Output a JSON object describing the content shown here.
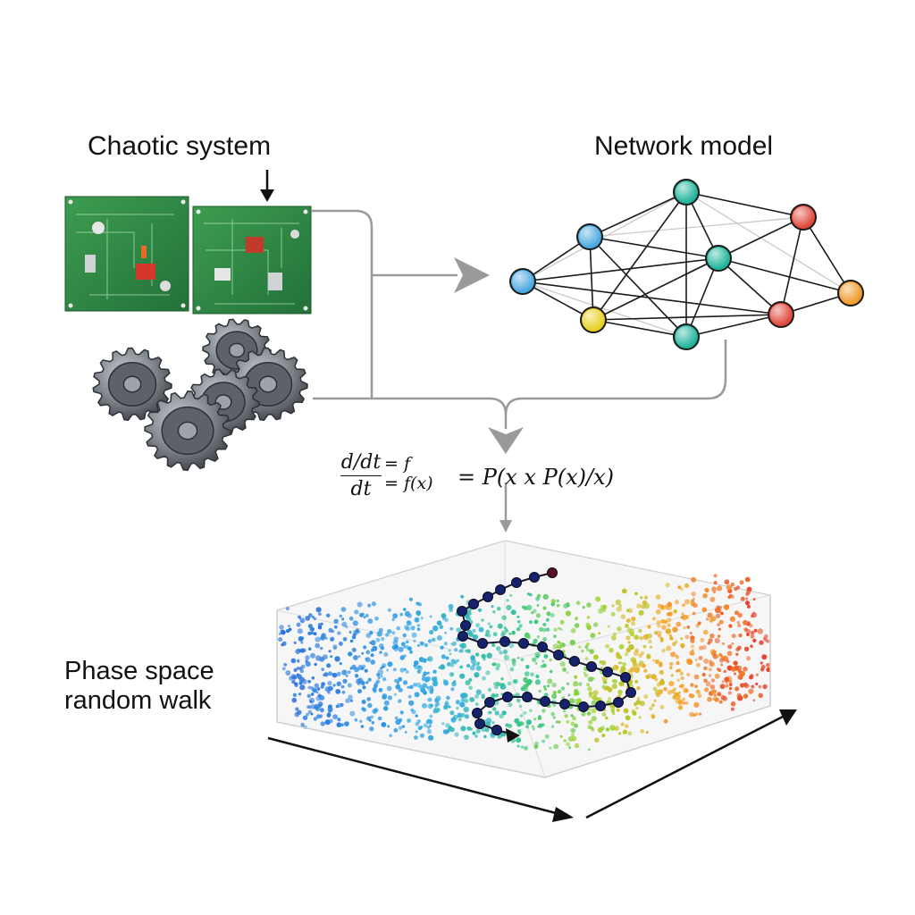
{
  "titles": {
    "chaotic": "Chaotic system",
    "network": "Network model",
    "phase_line1": "Phase space",
    "phase_line2": "random walk"
  },
  "equation": {
    "frac_num": "d/dt",
    "frac_den": "dt",
    "eq1_top": "= f",
    "eq1_bottom": "= f(x)",
    "rhs": "= P(x x  P(x)/x)"
  },
  "colors": {
    "arrow_gray": "#8a8a8a",
    "pcb_green": "#2f8a3f",
    "node_teal": "#1fb39a",
    "node_blue": "#4aa8e0",
    "node_red": "#e0473a",
    "node_yellow": "#e8d020",
    "node_orange": "#ef9a2a",
    "walk_path": "#1a1a2e",
    "walk_node": "#16226b"
  },
  "icons": [
    "circuit-board-icon",
    "gears-icon",
    "network-graph-icon",
    "phase-space-box-icon"
  ]
}
